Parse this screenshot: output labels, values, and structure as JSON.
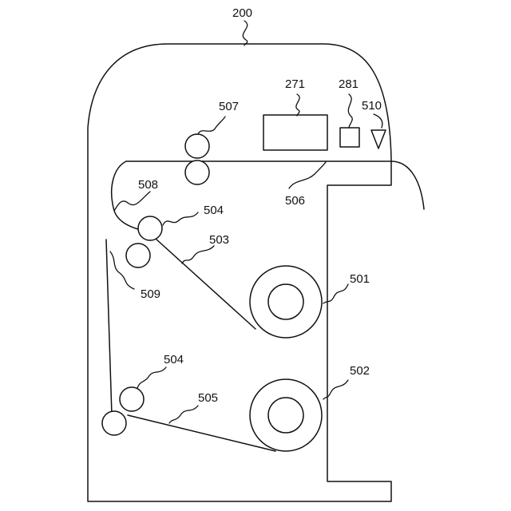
{
  "labels": {
    "housing": "200",
    "display_panel": "271",
    "sensor": "281",
    "indicator": "510",
    "upper_roller": "507",
    "guide_top": "508",
    "feed_roller_upper": "504",
    "tray_upper": "503",
    "roll_upper": "501",
    "path_top": "506",
    "guide_side": "509",
    "feed_roller_lower": "504",
    "tray_lower": "505",
    "roll_lower": "502"
  }
}
